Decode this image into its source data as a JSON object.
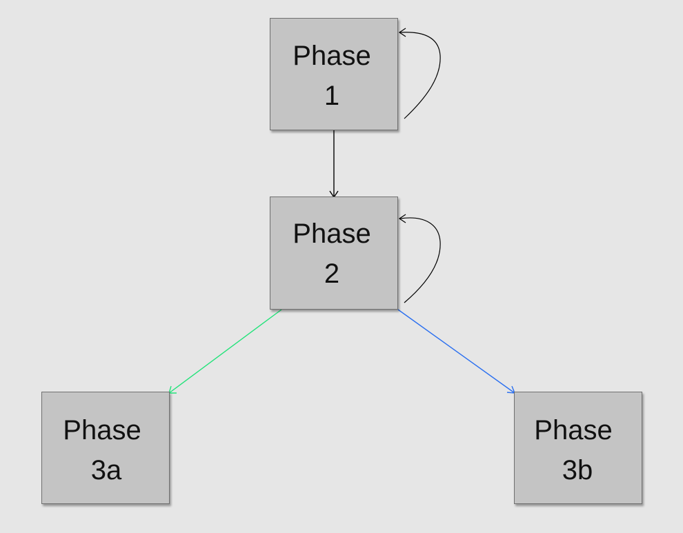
{
  "diagram": {
    "nodes": {
      "phase1": {
        "line1": "Phase",
        "line2": "1"
      },
      "phase2": {
        "line1": "Phase",
        "line2": "2"
      },
      "phase3a": {
        "line1": "Phase",
        "line2": "3a"
      },
      "phase3b": {
        "line1": "Phase",
        "line2": "3b"
      }
    },
    "edges": [
      {
        "from": "phase1",
        "to": "phase2",
        "color": "#000000"
      },
      {
        "from": "phase1",
        "to": "phase1",
        "color": "#000000"
      },
      {
        "from": "phase2",
        "to": "phase2",
        "color": "#000000"
      },
      {
        "from": "phase2",
        "to": "phase3a",
        "color": "#22e37a"
      },
      {
        "from": "phase2",
        "to": "phase3b",
        "color": "#2a6ff0"
      }
    ]
  }
}
